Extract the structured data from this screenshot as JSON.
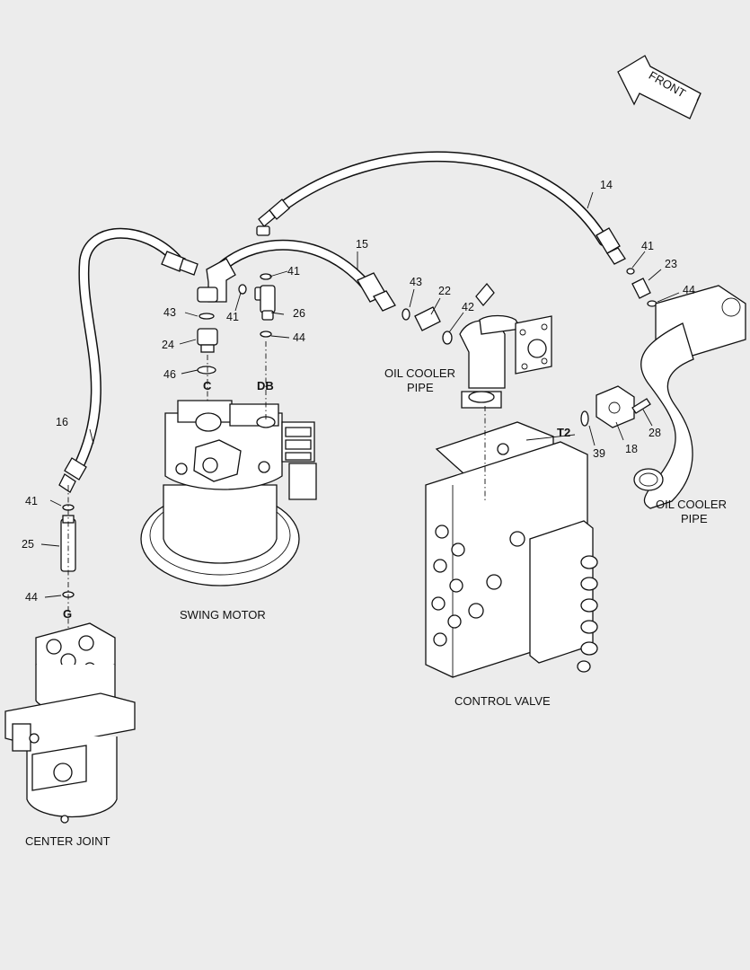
{
  "direction": {
    "label": "FRONT"
  },
  "components": {
    "swing_motor": "SWING MOTOR",
    "center_joint": "CENTER JOINT",
    "control_valve": "CONTROL VALVE",
    "oil_cooler_pipe_1_line1": "OIL COOLER",
    "oil_cooler_pipe_1_line2": "PIPE",
    "oil_cooler_pipe_2_line1": "OIL COOLER",
    "oil_cooler_pipe_2_line2": "PIPE"
  },
  "ports": {
    "c": "C",
    "db": "DB",
    "g": "G",
    "t2": "T2"
  },
  "callouts": {
    "n14": "14",
    "n15": "15",
    "n16": "16",
    "n18": "18",
    "n22": "22",
    "n23": "23",
    "n24": "24",
    "n25": "25",
    "n26": "26",
    "n28": "28",
    "n39": "39",
    "n41a": "41",
    "n41b": "41",
    "n41c": "41",
    "n41d": "41",
    "n42": "42",
    "n43a": "43",
    "n43b": "43",
    "n44a": "44",
    "n44b": "44",
    "n44c": "44",
    "n46": "46"
  }
}
